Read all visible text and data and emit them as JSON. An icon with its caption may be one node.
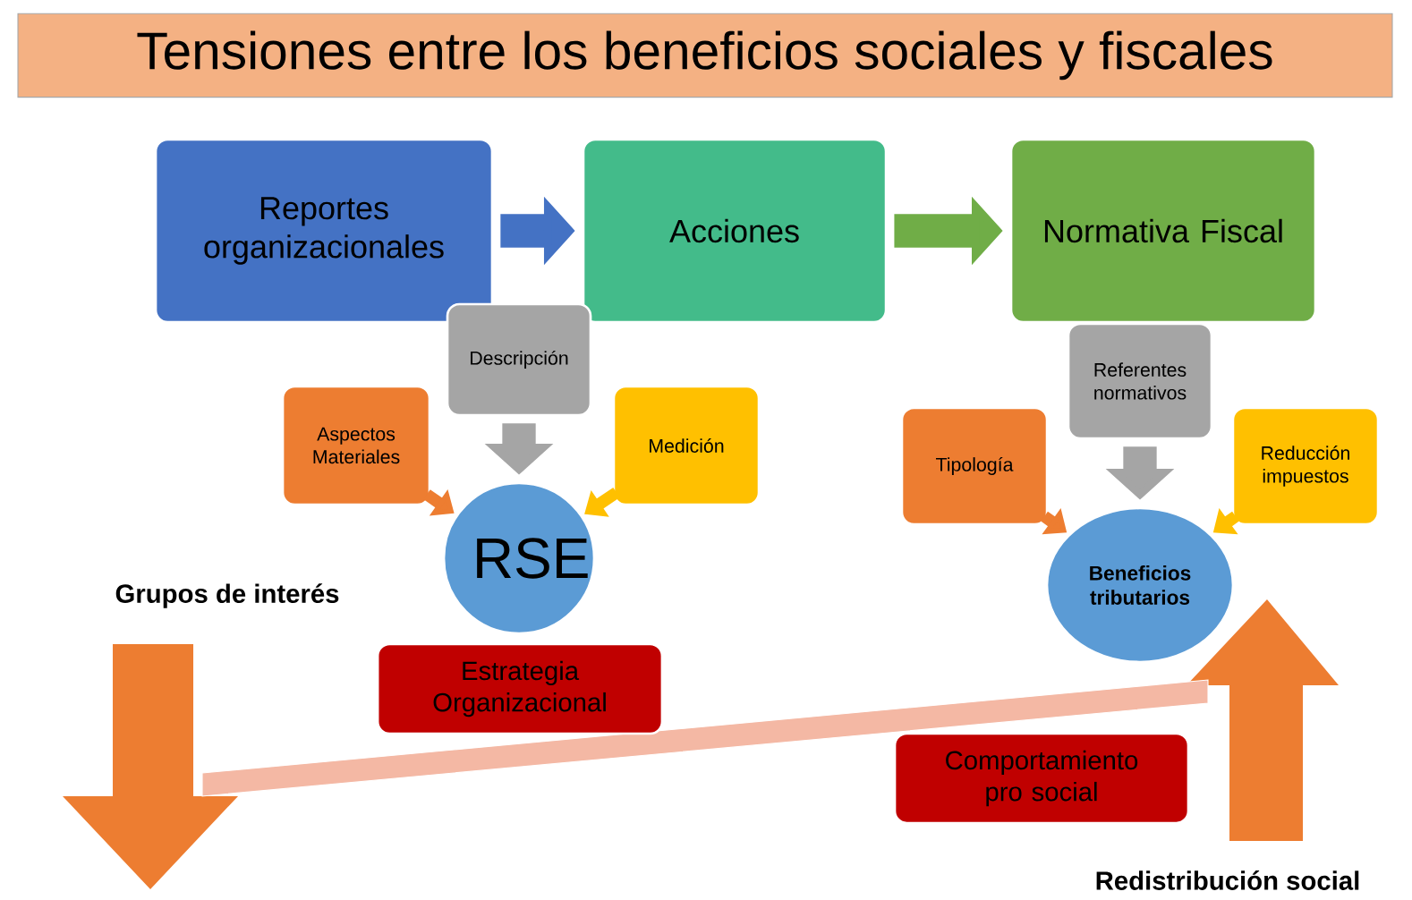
{
  "diagram": {
    "title": "Tensiones entre los beneficios sociales y fiscales",
    "nodes": [
      {
        "text": [
          "Reportes organizacionales"
        ]
      },
      {
        "text": [
          "Acciones"
        ]
      },
      {
        "text": [
          "Normativa Fiscal"
        ]
      },
      {
        "text": [
          "Descripción"
        ]
      },
      {
        "text": [
          "Aspectos Materiales"
        ]
      },
      {
        "text": [
          "Medición"
        ]
      },
      {
        "text": [
          "RSE"
        ]
      },
      {
        "text": [
          "Referentes normativos"
        ]
      },
      {
        "text": [
          "Tipología"
        ]
      },
      {
        "text": [
          "Reducción impuestos"
        ]
      },
      {
        "text": [
          "Beneficios tributarios"
        ]
      },
      {
        "text": [
          "Estrategia Organizacional"
        ]
      },
      {
        "text": [
          "Comportamiento pro social"
        ]
      }
    ],
    "edges": [
      {
        "from": 0,
        "to": 1,
        "arrow": "to",
        "style": "thick",
        "color": "#4472c4"
      },
      {
        "from": 1,
        "to": 2,
        "arrow": "to",
        "style": "thick",
        "color": "#70ad47"
      },
      {
        "from": 3,
        "to": 6,
        "arrow": "to",
        "style": "thick",
        "color": "#a5a5a5"
      },
      {
        "from": 4,
        "to": 6,
        "arrow": "to",
        "color": "#ed7d31"
      },
      {
        "from": 5,
        "to": 6,
        "arrow": "to",
        "color": "#ffc000"
      },
      {
        "from": 7,
        "to": 10,
        "arrow": "to",
        "style": "thick",
        "color": "#a5a5a5"
      },
      {
        "from": 8,
        "to": 10,
        "arrow": "to",
        "color": "#ed7d31"
      },
      {
        "from": 9,
        "to": 10,
        "arrow": "to",
        "color": "#ffc000"
      }
    ],
    "labels": [
      "Grupos de interés",
      "Redistribución social"
    ]
  }
}
